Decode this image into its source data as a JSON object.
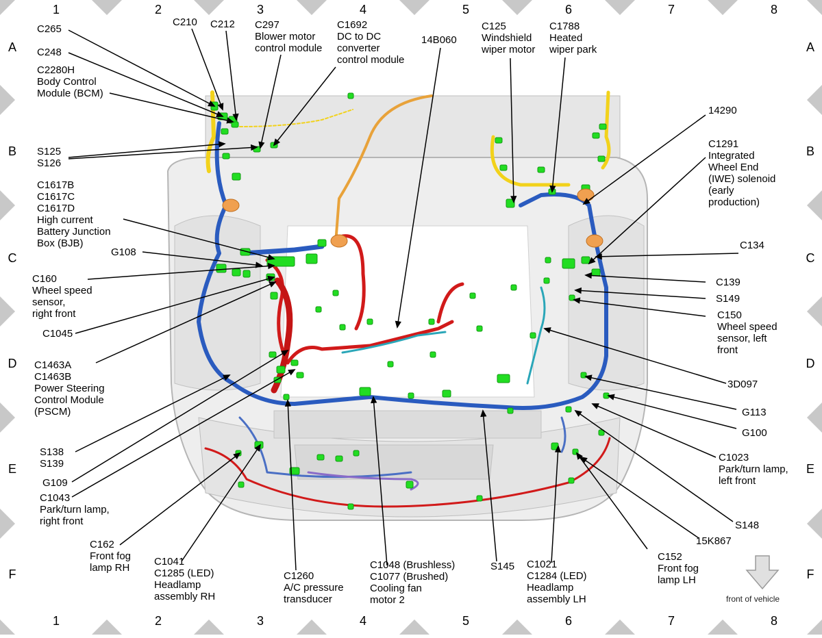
{
  "grid": {
    "columns": [
      "1",
      "2",
      "3",
      "4",
      "5",
      "6",
      "7",
      "8"
    ],
    "rows": [
      "A",
      "B",
      "C",
      "D",
      "E",
      "F"
    ]
  },
  "colors": {
    "harness_blue": "#2a5bbf",
    "harness_red": "#d11a1a",
    "harness_yellow": "#f2d21b",
    "harness_orange": "#e8a23a",
    "harness_teal": "#2aa6b8",
    "harness_purple": "#8a6cc8",
    "connector_green": "#22dd22",
    "grid_marker": "#c8c8c8"
  },
  "labels": {
    "c265": "C265",
    "c248": "C248",
    "c2280h": "C2280H\nBody Control\nModule (BCM)",
    "c210": "C210",
    "c212": "C212",
    "c297": "C297\nBlower motor\ncontrol module",
    "c1692": "C1692\nDC to DC\nconverter\ncontrol module",
    "b14b060": "14B060",
    "c125": "C125\nWindshield\nwiper motor",
    "c1788": "C1788\nHeated\nwiper park",
    "s125": "S125\nS126",
    "b14290": "14290",
    "c1291": "C1291\nIntegrated\nWheel End\n(IWE) solenoid\n(early\nproduction)",
    "c1617": "C1617B\nC1617C\nC1617D\nHigh current\nBattery Junction\nBox (BJB)",
    "g108": "G108",
    "c134": "C134",
    "c160": "C160\nWheel speed\nsensor,\nright front",
    "c139": "C139",
    "s149": "S149",
    "c150": "C150\nWheel speed\nsensor, left\nfront",
    "c1045": "C1045",
    "c1463": "C1463A\nC1463B\nPower Steering\nControl Module\n(PSCM)",
    "b3d097": "3D097",
    "g113": "G113",
    "g100": "G100",
    "s138": "S138\nS139",
    "c1023": "C1023\nPark/turn lamp,\nleft front",
    "g109": "G109",
    "c1043": "C1043\nPark/turn lamp,\nright front",
    "s148": "S148",
    "b15k867": "15K867",
    "c162": "C162\nFront fog\nlamp RH",
    "c152": "C152\nFront fog\nlamp LH",
    "c1041": "C1041\nC1285 (LED)\nHeadlamp\nassembly RH",
    "c1260": "C1260\nA/C pressure\ntransducer",
    "c1048": "C1048 (Brushless)\nC1077 (Brushed)\nCooling fan\nmotor 2",
    "s145": "S145",
    "c1021": "C1021\nC1284 (LED)\nHeadlamp\nassembly LH"
  },
  "front_of_vehicle": "front of vehicle",
  "icons": {
    "arrow": "down-arrow-icon"
  }
}
